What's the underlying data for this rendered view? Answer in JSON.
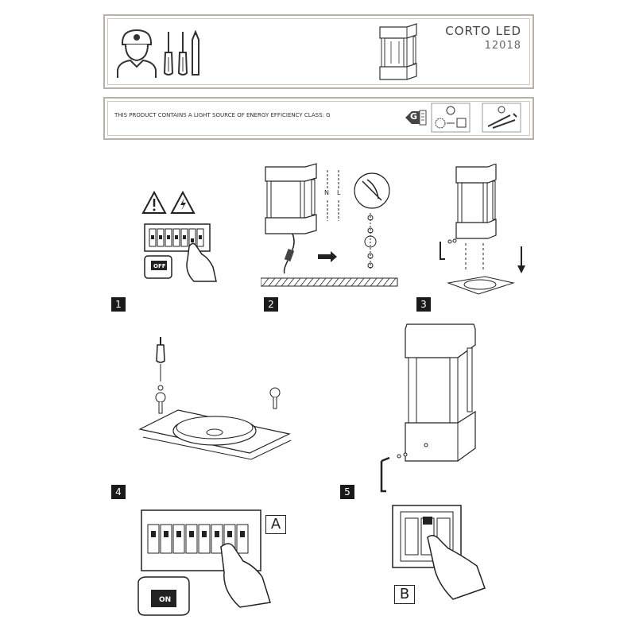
{
  "header": {
    "product_name": "CORTO LED",
    "product_code": "12018"
  },
  "energy": {
    "statement": "THIS PRODUCT CONTAINS A LIGHT SOURCE OF ENERGY EFFICIENCY CLASS: G",
    "class_badge": "G"
  },
  "steps": [
    {
      "number": "1"
    },
    {
      "number": "2",
      "wire_labels": [
        "N",
        "L"
      ]
    },
    {
      "number": "3"
    },
    {
      "number": "4"
    },
    {
      "number": "5"
    }
  ],
  "final": {
    "panel_a": "A",
    "panel_b": "B",
    "switch_off": "OFF",
    "switch_on": "ON"
  }
}
